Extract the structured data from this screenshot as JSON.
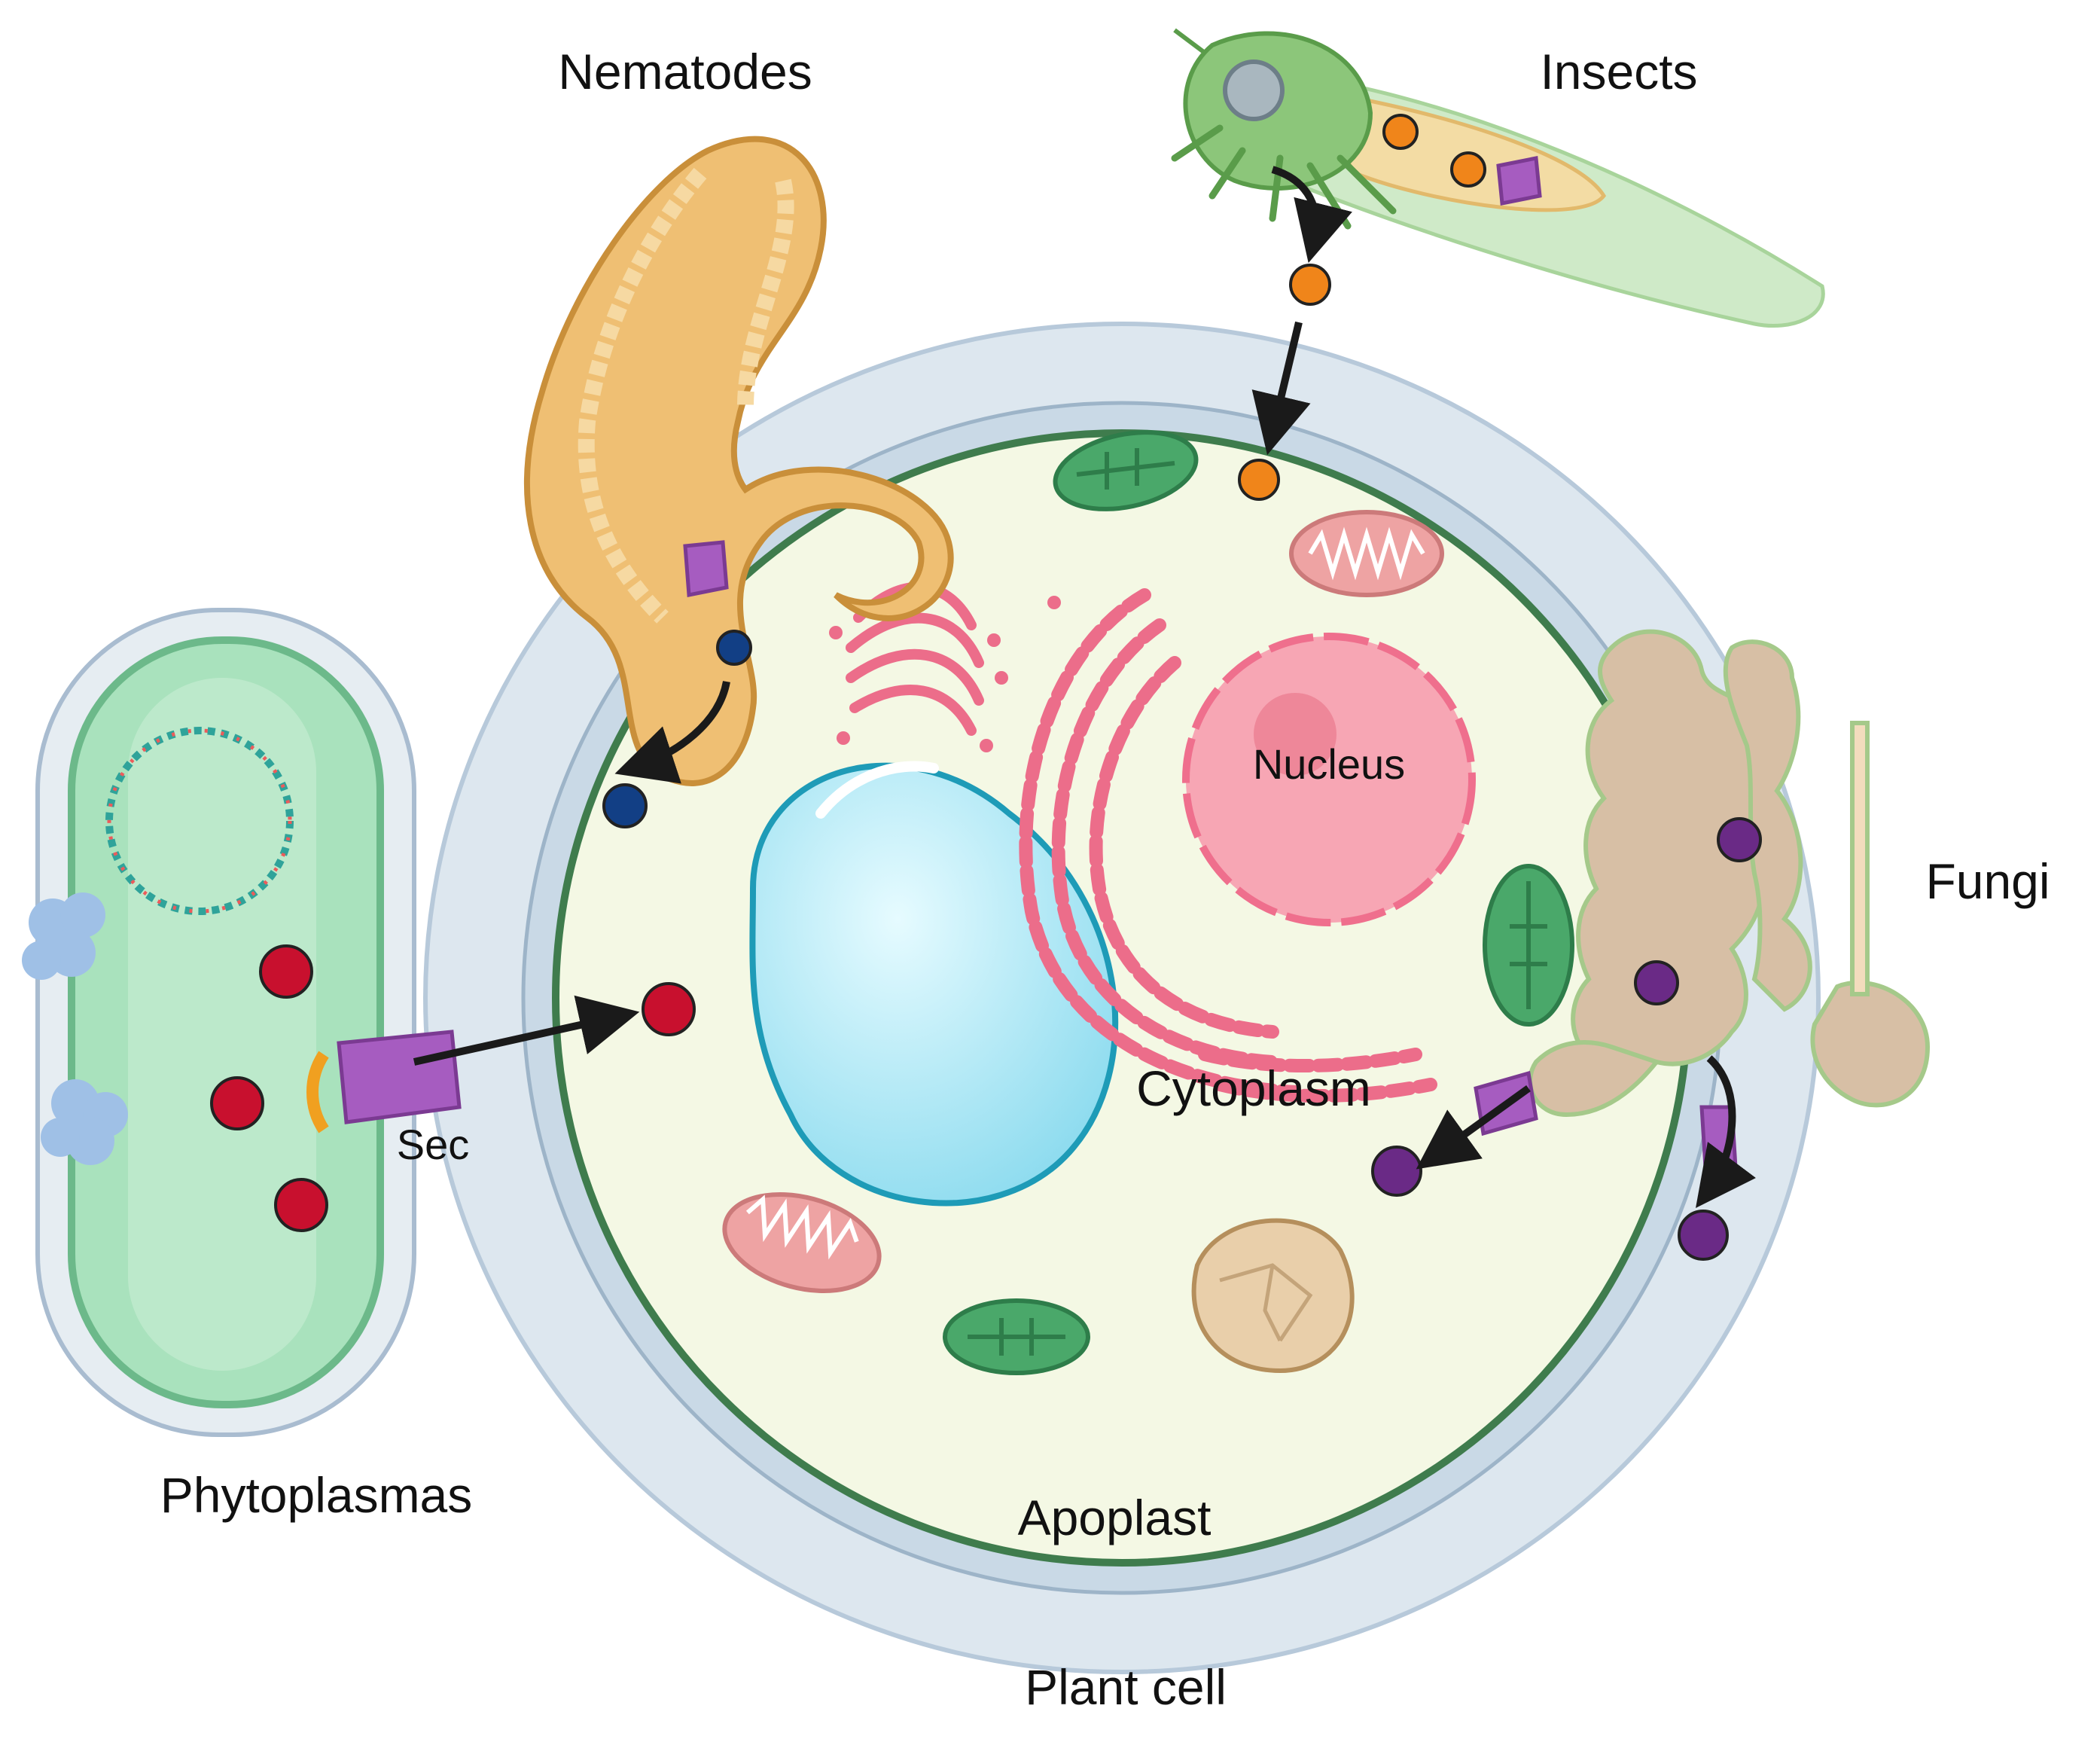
{
  "labels": {
    "nematodes": "Nematodes",
    "insects": "Insects",
    "fungi": "Fungi",
    "phytoplasmas": "Phytoplasmas",
    "nucleus": "Nucleus",
    "cytoplasm": "Cytoplasm",
    "sec": "Sec",
    "apoplast": "Apoplast",
    "plant_cell": "Plant cell"
  },
  "colors": {
    "cell_wall": "#dde7ef",
    "membrane": "#c2d4e4",
    "cytoplasm": "#f4f8e4",
    "cytoplasm_border": "#3f7c4d",
    "vacuole": "#bfeef8",
    "nucleus": "#f7a6b4",
    "er_golgi": "#ec6d8a",
    "chloroplast": "#4aa86a",
    "mitochondria": "#eea3a3",
    "phytoplasma_body": "#a9e2bd",
    "nematode": "#efbf73",
    "insect": "#8cc67a",
    "fungi": "#d7bfa5",
    "effector_red": "#c8102e",
    "effector_blue": "#123f85",
    "effector_orange": "#f0851a",
    "effector_purple": "#6a2a86",
    "secretion_system": "#a65cc0",
    "arrow": "#1a1a1a"
  },
  "icons": [
    "nematode-icon",
    "insect-icon",
    "fungus-icon",
    "phytoplasma-icon",
    "cell-icon",
    "vacuole-icon",
    "nucleus-icon",
    "chloroplast-icon",
    "mitochondrion-icon",
    "golgi-icon",
    "secretion-system-icon",
    "effector-icon",
    "arrow-icon"
  ]
}
